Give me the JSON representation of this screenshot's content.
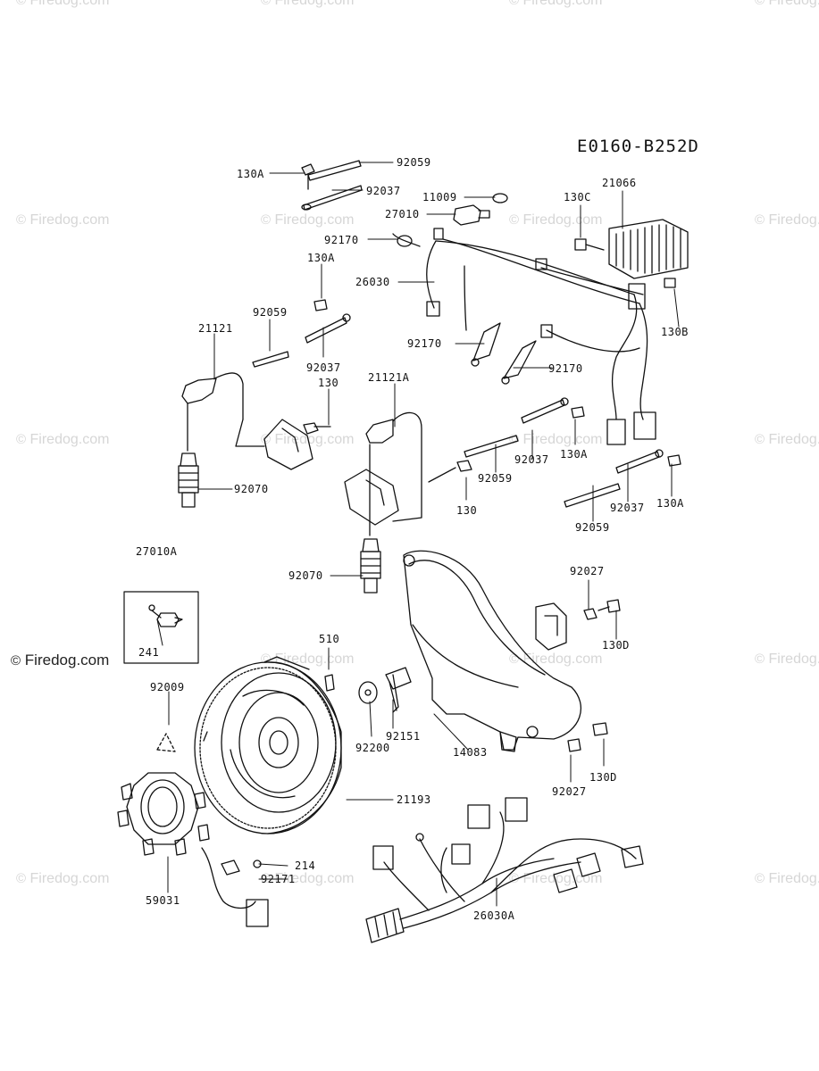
{
  "diagram_code": "E0160-B252D",
  "watermark": {
    "text": "Firedog.com",
    "symbol": "©",
    "color": "#d6d6d6",
    "strong_color": "#222222"
  },
  "callouts": [
    "130A",
    "92059",
    "92037",
    "11009",
    "27010",
    "130C",
    "21066",
    "92170",
    "130A",
    "26030",
    "92059",
    "21121",
    "92037",
    "130",
    "130B",
    "92170",
    "92170",
    "21121A",
    "130",
    "92070",
    "92037",
    "130A",
    "92059",
    "130",
    "92037",
    "130A",
    "92059",
    "27010A",
    "92027",
    "92070",
    "130D",
    "241",
    "510",
    "92009",
    "92151",
    "92200",
    "14083",
    "130D",
    "92027",
    "21193",
    "214",
    "92171",
    "59031",
    "26030A"
  ]
}
